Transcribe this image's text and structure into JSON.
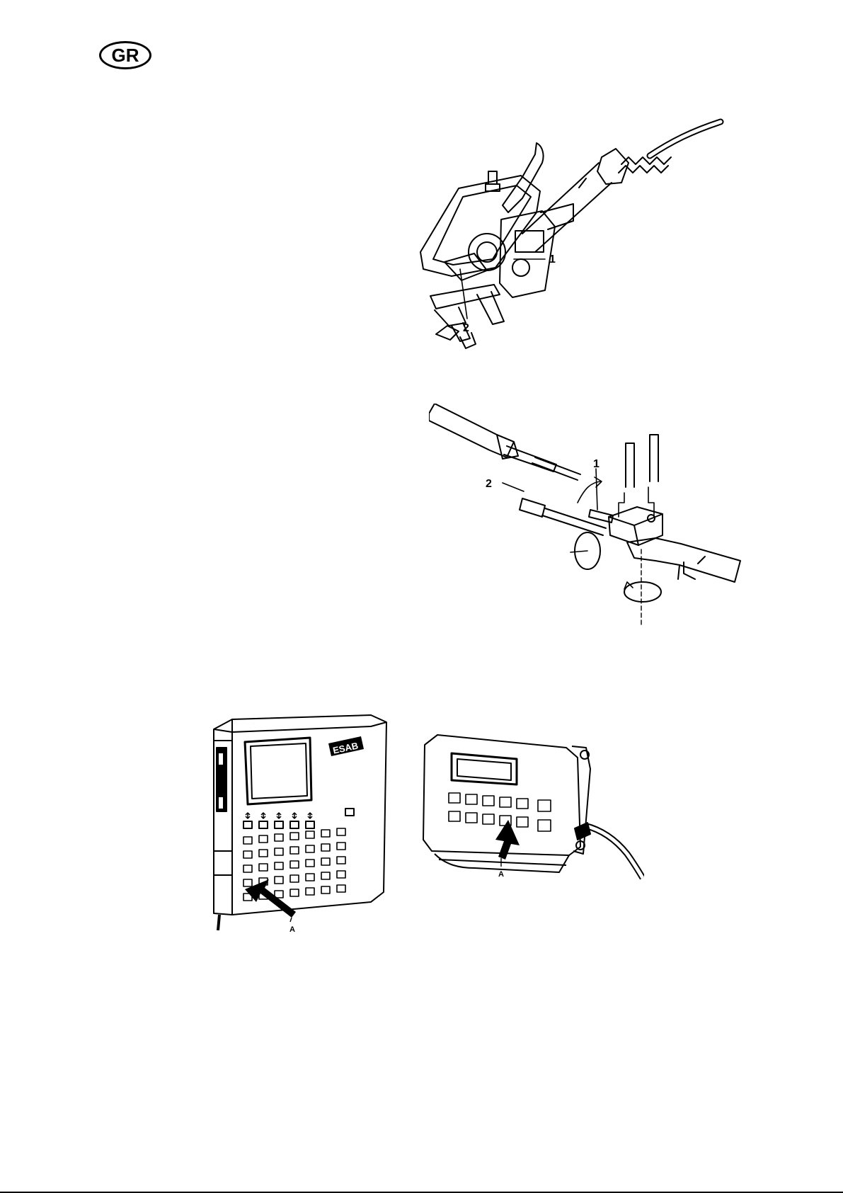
{
  "page": {
    "language_badge": "GR"
  },
  "figure_welding_head": {
    "callouts": [
      "1",
      "2"
    ]
  },
  "figure_contact_adjust": {
    "callouts": [
      "1",
      "2"
    ]
  },
  "figure_control_box_large": {
    "brand_logo": "ESAB",
    "callout": "A"
  },
  "figure_control_box_small": {
    "callout": "A"
  }
}
